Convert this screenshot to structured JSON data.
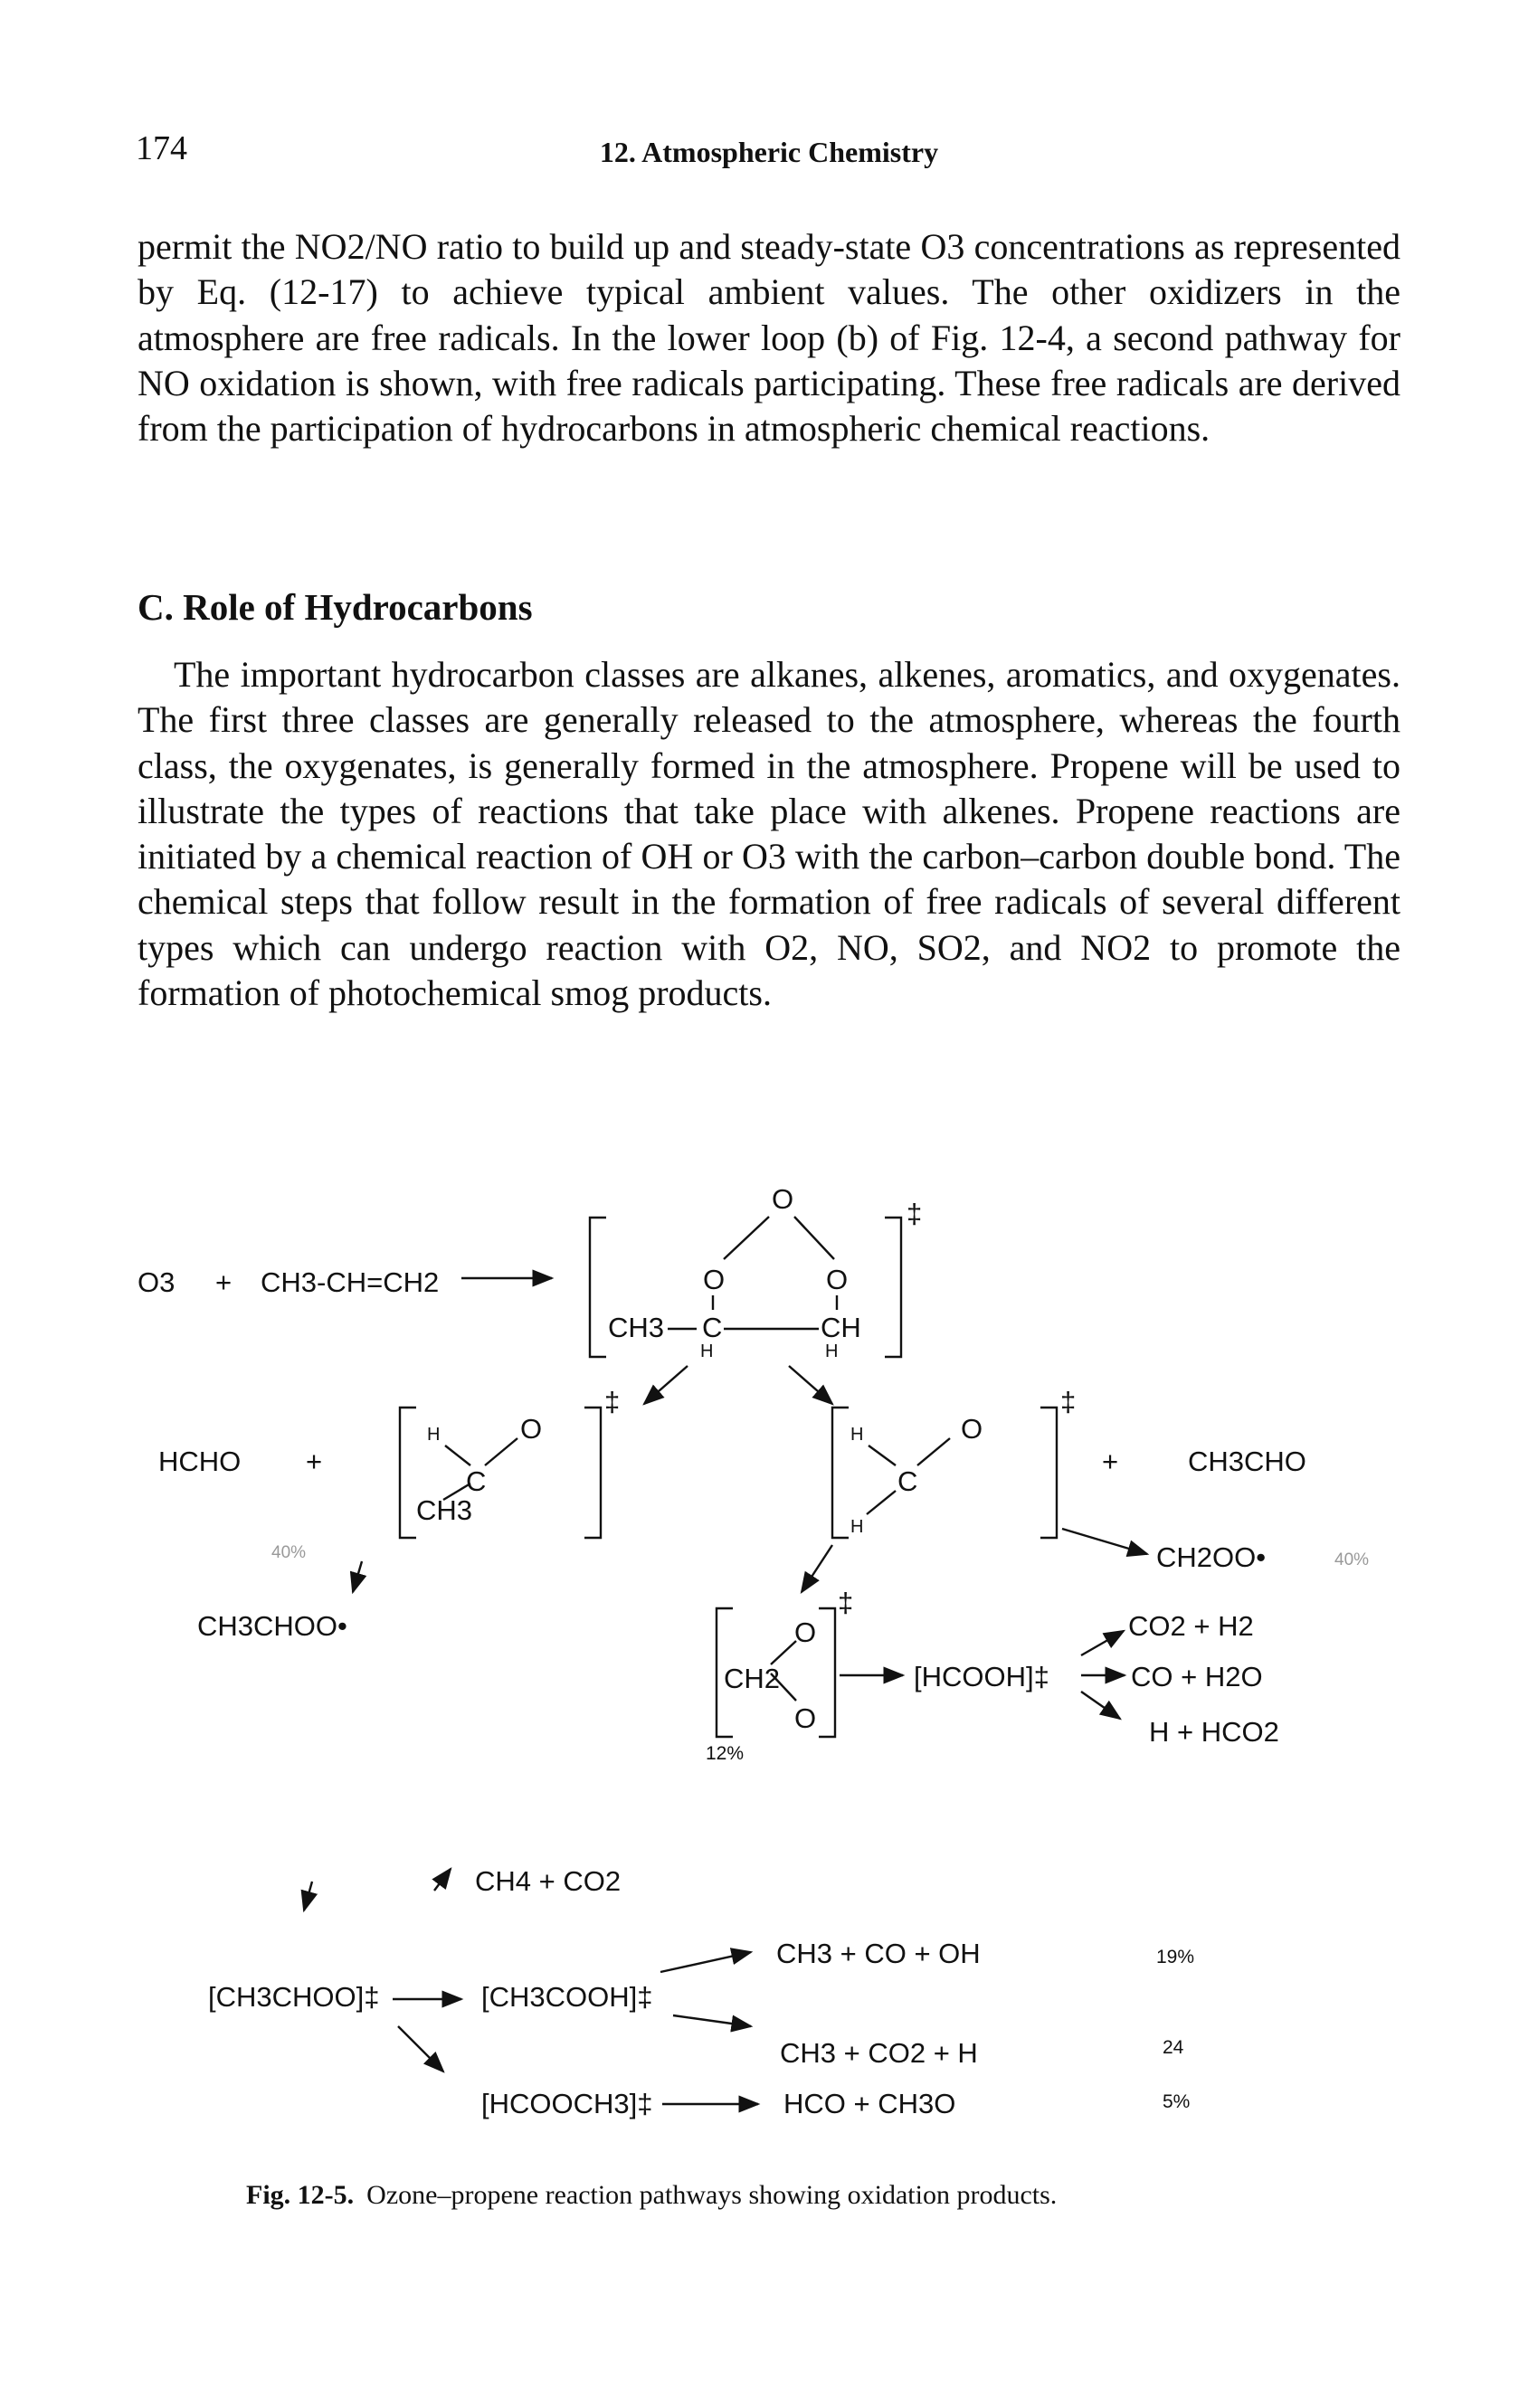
{
  "header": {
    "page_number": "174",
    "running_title": "12. Atmospheric Chemistry"
  },
  "body": {
    "para1": "permit the NO2/NO ratio to build up and steady-state O3 concentrations as represented by Eq. (12-17) to achieve typical ambient values. The other oxidizers in the atmosphere are free radicals. In the lower loop (b) of Fig. 12-4, a second pathway for NO oxidation is shown, with free radicals participating. These free radicals are derived from the participation of hydrocarbons in atmospheric chemical reactions.",
    "section_heading": "C. Role of Hydrocarbons",
    "para2": "The important hydrocarbon classes are alkanes, alkenes, aromatics, and oxygenates. The first three classes are generally released to the atmosphere, whereas the fourth class, the oxygenates, is generally formed in the atmosphere. Propene will be used to illustrate the types of reactions that take place with alkenes. Propene reactions are initiated by a chemical reaction of OH or O3 with the carbon–carbon double bond. The chemical steps that follow result in the formation of free radicals of several different types which can undergo reaction with O2, NO, SO2, and NO2 to promote the formation of photochemical smog products."
  },
  "scheme": {
    "reactant_o3": "O3",
    "plus": "+",
    "reactant_propene": "CH3-CH=CH2",
    "ozonide_o": "O",
    "ozonide_ch3": "CH3",
    "ozonide_c": "C",
    "ozonide_ch": "CH",
    "ozonide_h": "H",
    "dagger": "‡",
    "hcho": "HCHO",
    "ch3cho": "CH3CHO",
    "ch2oo": "CH2OO•",
    "ch3choo": "CH3CHOO•",
    "dioxirane_ch2": "CH2",
    "hcooh": "[HCOOH]‡",
    "co2_h2": "CO2 + H2",
    "co_h2o": "CO + H2O",
    "h_hco2": "H + HCO2",
    "ch4_co2": "CH4 + CO2",
    "ch3choo_excited": "[CH3CHOO]‡",
    "ch3cooh": "[CH3COOH]‡",
    "hcooch3": "[HCOOCH3]‡",
    "p_ch3_co_oh": "CH3 + CO + OH",
    "p_ch3_co2_h": "CH3 + CO2 + H",
    "p_hco_ch3o": "HCO + CH3O",
    "pct_12": "12%",
    "pct_19": "19%",
    "pct_24": "24",
    "pct_5": "5%",
    "pct_40a": "40%",
    "pct_40b": "40%"
  },
  "caption": {
    "label": "Fig. 12-5.",
    "text": "Ozone–propene reaction pathways showing oxidation products."
  }
}
